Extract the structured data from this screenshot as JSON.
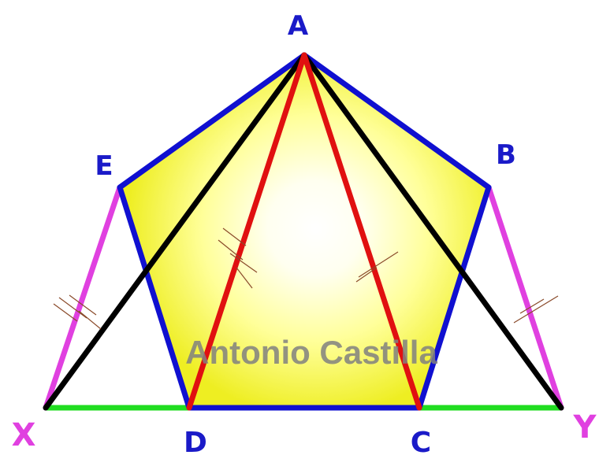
{
  "points": {
    "A": "A",
    "B": "B",
    "C": "C",
    "D": "D",
    "E": "E",
    "X": "X",
    "Y": "Y"
  },
  "watermark": "Antonio Castilla",
  "colors": {
    "pentagon_fill": "#ffff66",
    "pentagon_edge": "#1010d0",
    "label": "#1a1ac8",
    "red": "#e01010",
    "black": "#000000",
    "magenta": "#e040e0",
    "green": "#20dd20",
    "watermark": "#808080"
  }
}
